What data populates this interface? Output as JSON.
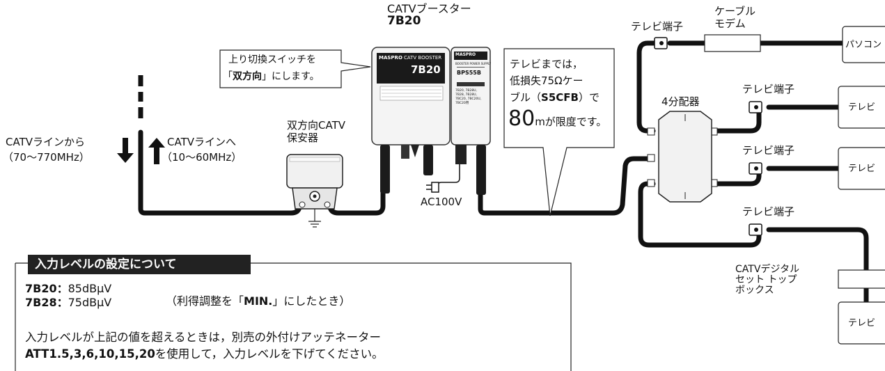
{
  "booster": {
    "title": "CATVブースター",
    "model": "7B20",
    "brand": "MASPRO",
    "panel_title": "CATV BOOSTER",
    "panel_model": "7B20"
  },
  "power_supply": {
    "brand": "MASPRO",
    "panel_title": "BOOSTER POWER SUPPLY",
    "model": "BPS55B",
    "compat": "7B20, 7B28U, 7B28, 7B28U, 7BC20, 7BC20U, 7BC20用",
    "ac_label": "AC100V"
  },
  "callout_switch": {
    "line1": "上り切換スイッチを",
    "line2_pre": "「",
    "line2_bold": "双方向",
    "line2_post": "」にします。"
  },
  "callout_cable": {
    "line1": "テレビまでは，",
    "line2": "低損失75Ωケー",
    "line3_pre": "ブル（",
    "line3_bold": "S5CFB",
    "line3_post": "）で",
    "big": "80",
    "line4_post": "mが限度です。"
  },
  "protector": {
    "line1": "双方向CATV",
    "line2": "保安器"
  },
  "downstream": {
    "line1": "CATVラインから",
    "line2": "（70〜770MHz）"
  },
  "upstream": {
    "line1": "CATVラインへ",
    "line2": "（10〜60MHz）"
  },
  "divider": {
    "label": "4分配器"
  },
  "terminals": [
    "テレビ端子",
    "テレビ端子",
    "テレビ端子",
    "テレビ端子"
  ],
  "modem": {
    "line1": "ケーブル",
    "line2": "モデム"
  },
  "endpoints": {
    "pc": "パソコン",
    "tv": "テレビ"
  },
  "stb": {
    "line1": "CATVデジタル",
    "line2": "セット トップ",
    "line3": "ボックス"
  },
  "input_level": {
    "heading": "入力レベルの設定について",
    "row1_model": "7B20",
    "row1_colon": "：",
    "row1_value": "85dBμV",
    "row2_model": "7B28",
    "row2_colon": "：",
    "row2_value": "75dBμV",
    "note_pre": "（利得調整を「",
    "note_bold": "MIN.",
    "note_post": "」にしたとき）",
    "para1": "入力レベルが上記の値を超えるときは，別売の外付けアッテネーター",
    "para2_bold": "ATT1.5,3,6,10,15,20",
    "para2_post": "を使用して，入力レベルを下げてください。"
  }
}
